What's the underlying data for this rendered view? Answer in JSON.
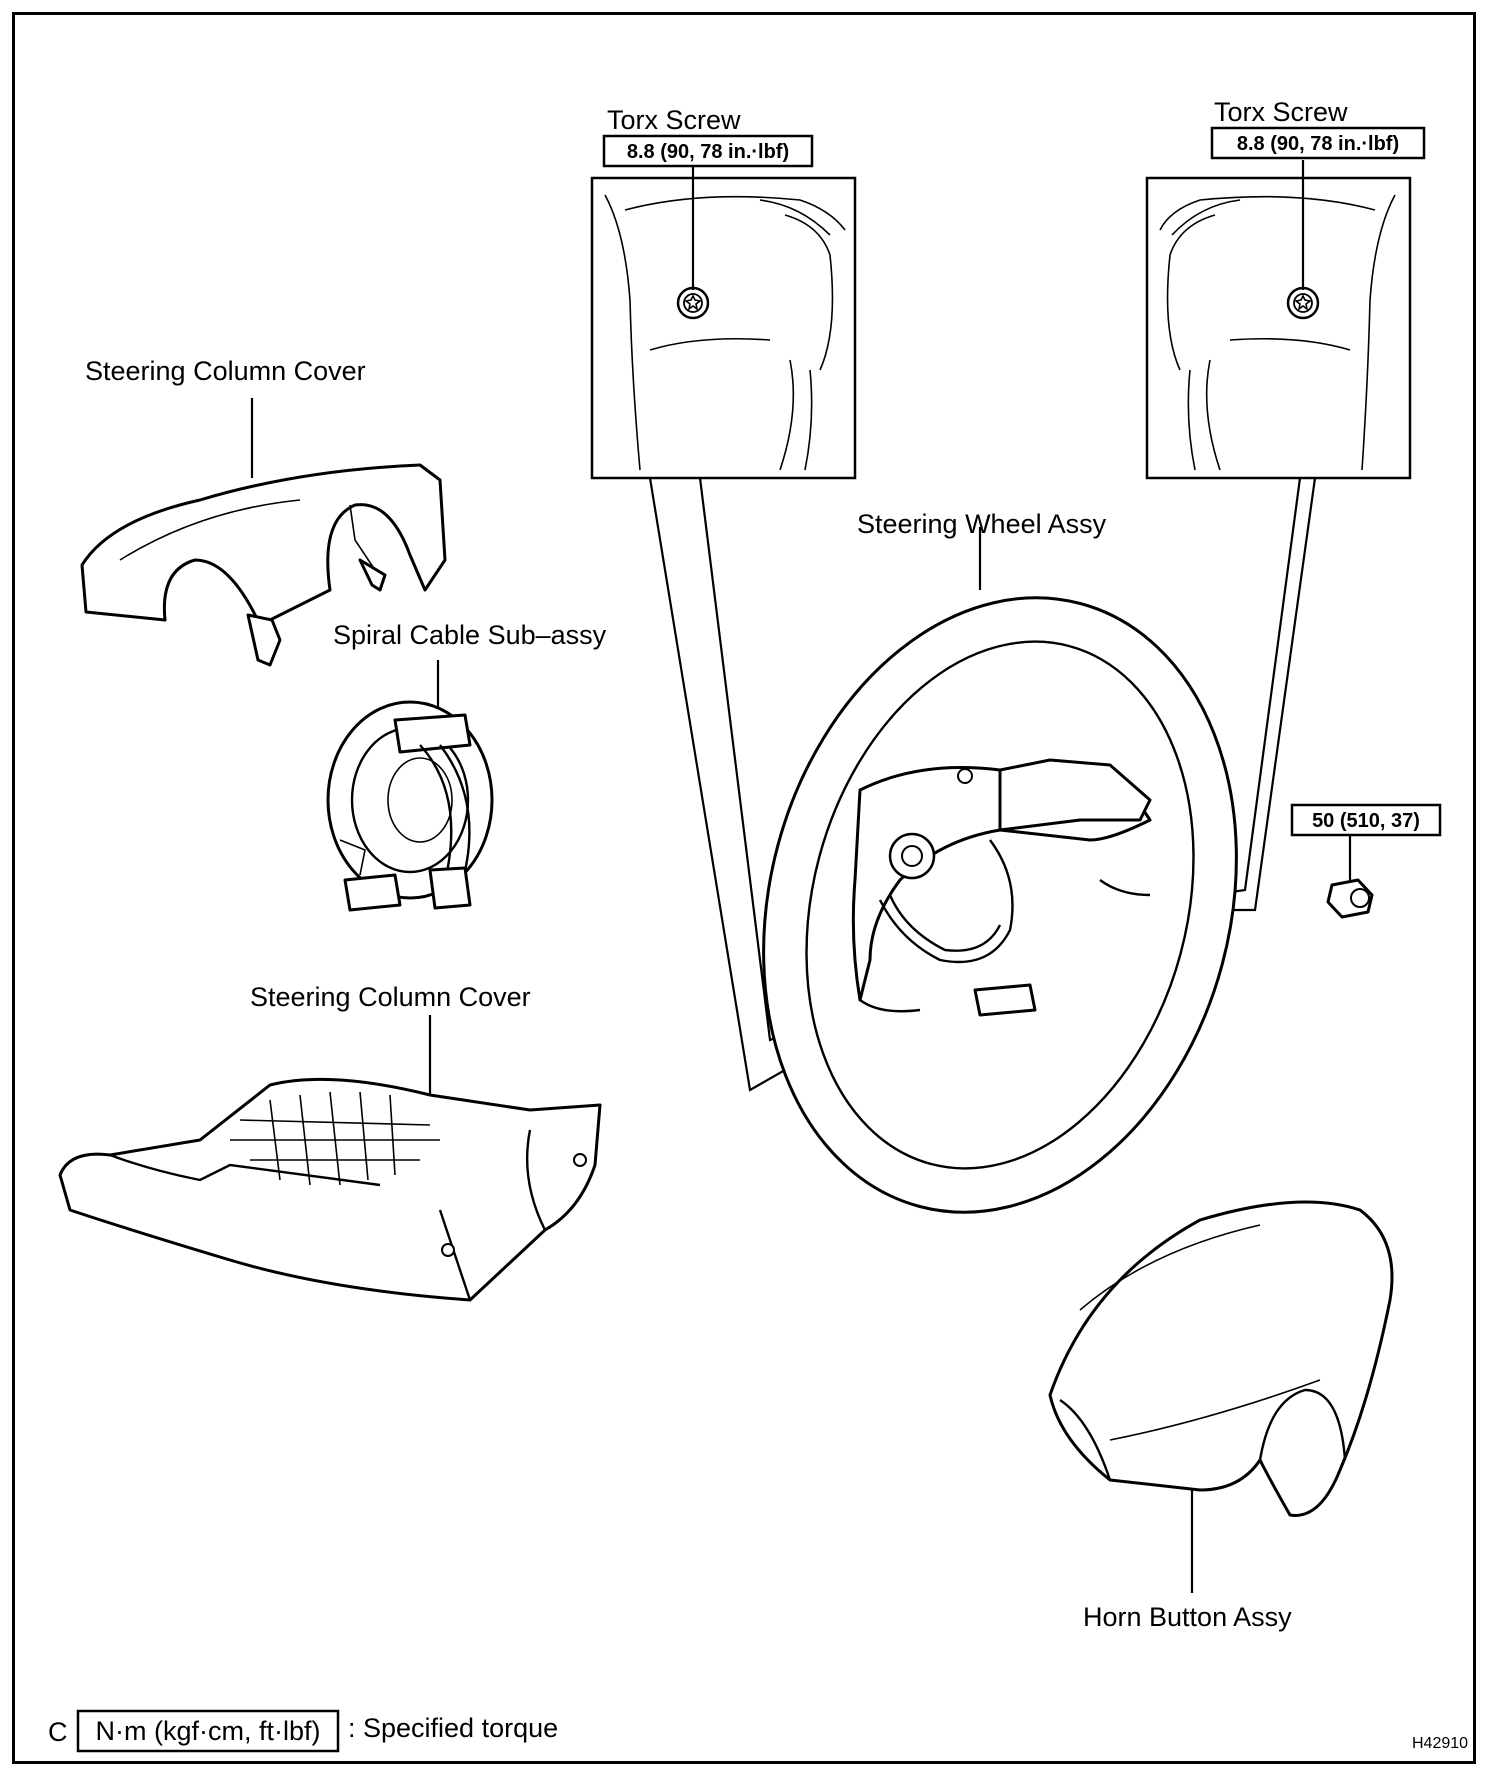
{
  "labels": {
    "torx_left": "Torx Screw",
    "torx_right": "Torx Screw",
    "column_cover_upper": "Steering Column Cover",
    "spiral_cable": "Spiral Cable Sub–assy",
    "steering_wheel": "Steering Wheel Assy",
    "column_cover_lower": "Steering Column Cover",
    "horn_button": "Horn Button Assy"
  },
  "torques": {
    "torx_left": "8.8 (90, 78 in.·lbf)",
    "torx_right": "8.8 (90, 78 in.·lbf)",
    "nut": "50 (510, 37)"
  },
  "legend": {
    "prefix": "C",
    "unit_box": "N·m (kgf·cm, ft·lbf)",
    "meaning": ": Specified torque"
  },
  "figure_code": "H42910",
  "icons": [
    "torx-screw-icon",
    "nut-icon"
  ]
}
